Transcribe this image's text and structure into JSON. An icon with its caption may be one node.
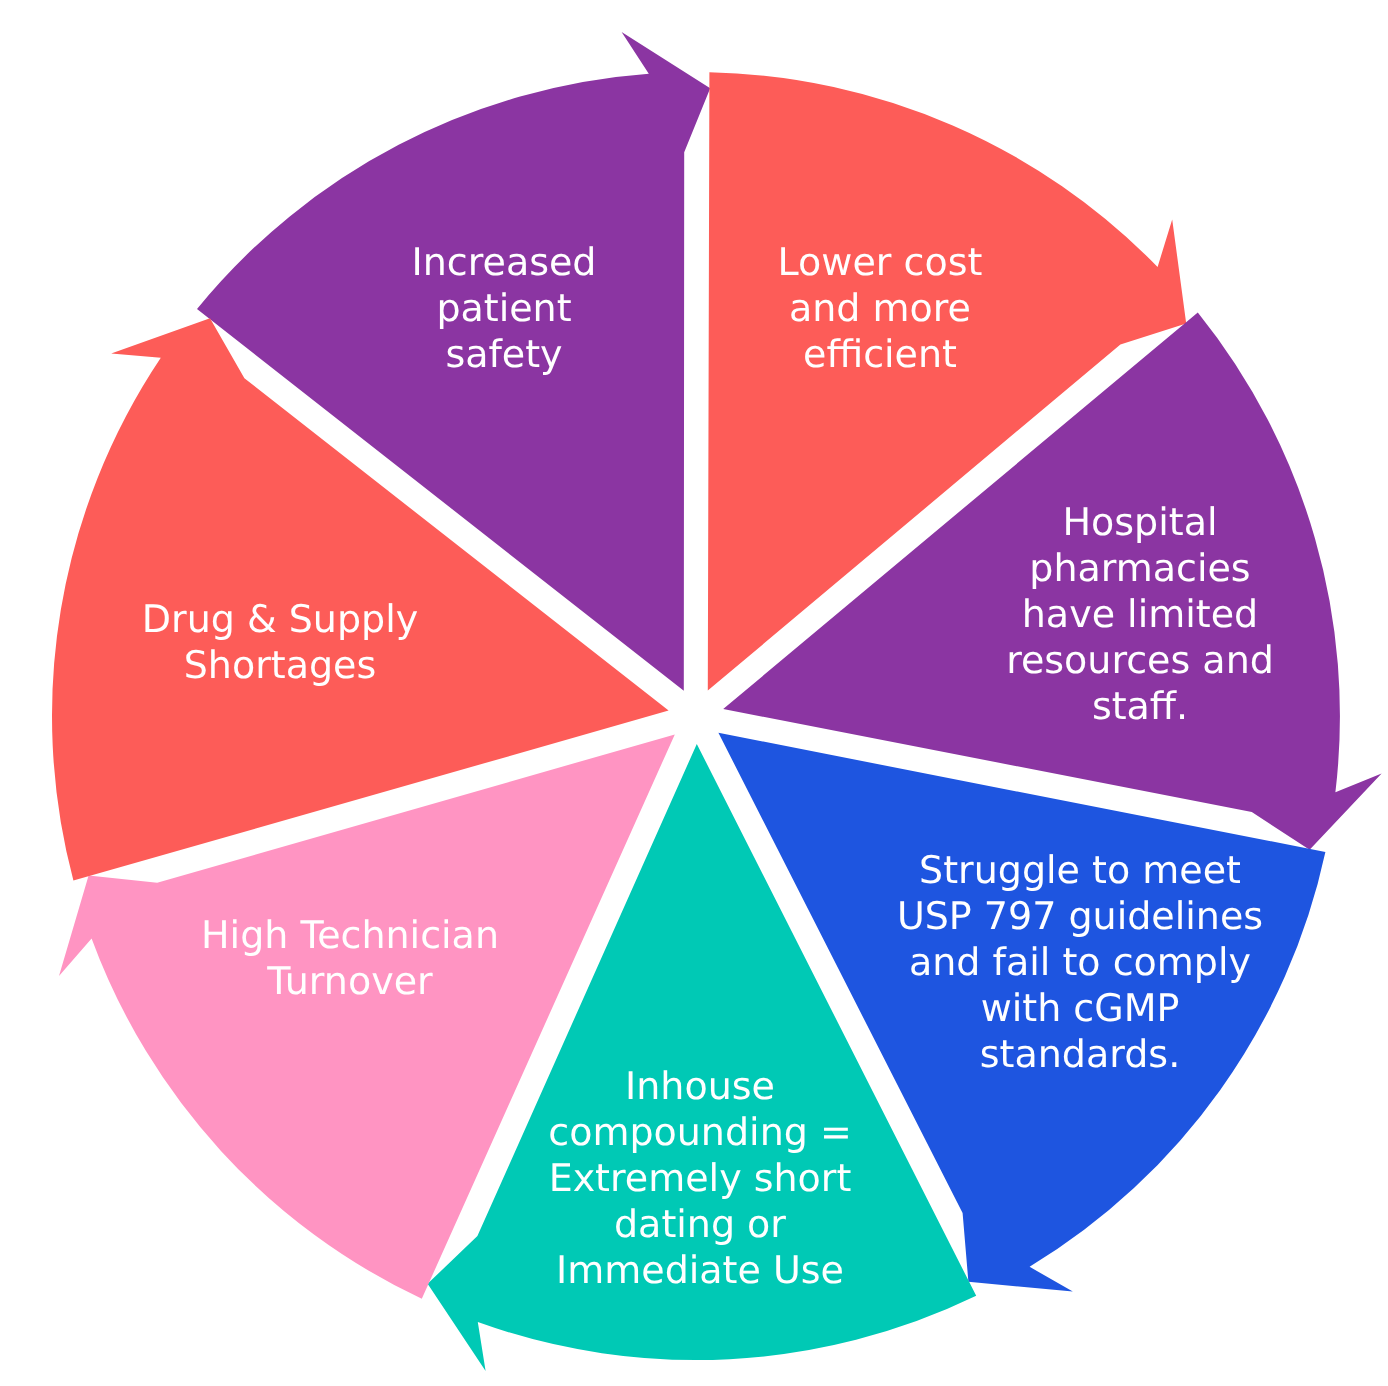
{
  "diagram": {
    "nodes": [
      {
        "text": [
          "Increased patient safety"
        ]
      },
      {
        "text": [
          "Lower cost and more efficient"
        ]
      },
      {
        "text": [
          "Hospital pharmacies have limited resources and staff."
        ]
      },
      {
        "text": [
          "Struggle to meet USP 797 guidelines and fail to comply with cGMP standards."
        ]
      },
      {
        "text": [
          "Inhouse compounding = Extremely short dating or Immediate Use"
        ]
      },
      {
        "text": [
          "High Technician Turnover"
        ]
      },
      {
        "text": [
          "Drug & Supply Shortages"
        ]
      }
    ]
  }
}
